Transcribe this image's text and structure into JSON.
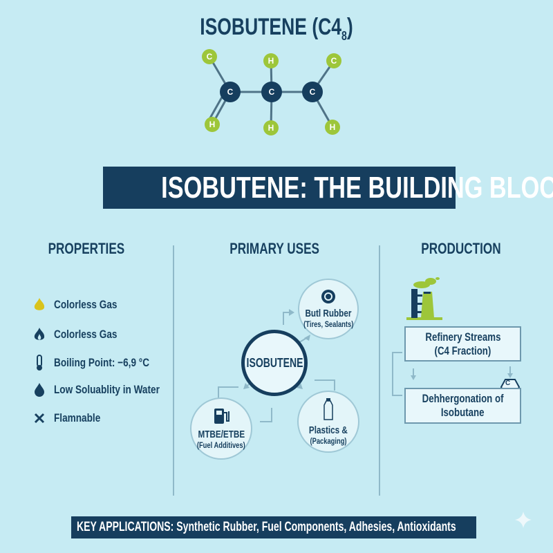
{
  "title": "ISOBUTENE (C4",
  "title_sub": "8",
  "title_close": ")",
  "molecule": {
    "backbone": [
      "C",
      "C",
      "C"
    ],
    "top": [
      "C",
      "H",
      "C"
    ],
    "bottom": [
      "H",
      "H",
      "H"
    ]
  },
  "banner": "ISOBUTENE: THE BUILDING BLOCK",
  "properties": {
    "heading": "PROPERTIES",
    "items": [
      {
        "icon": "flame-icon",
        "label": "Colorless Gas",
        "color": "#d9c31c"
      },
      {
        "icon": "fire-icon",
        "label": "Colorless Gas",
        "color": "#17405f"
      },
      {
        "icon": "thermometer-icon",
        "label": "Boiling Point: −6,9 °C",
        "color": "#17405f"
      },
      {
        "icon": "water-drop-icon",
        "label": "Low Soluablity in Water",
        "color": "#17405f"
      },
      {
        "icon": "x-icon",
        "label": "Flamnable",
        "color": "#17405f"
      }
    ]
  },
  "uses": {
    "heading": "PRIMARY USES",
    "center": "ISOBUTENE",
    "items": [
      {
        "title": "Butl Rubber",
        "sub": "(Tires, Sealants)"
      },
      {
        "title": "MTBE/ETBE",
        "sub": "(Fuel Additives)"
      },
      {
        "title": "Plastics &",
        "sub": "(Packaging)"
      }
    ]
  },
  "production": {
    "heading": "PRODUCTION",
    "box1": [
      "Refinery Streams",
      "(C4 Fraction)"
    ],
    "box2": [
      "Dehhergonation of",
      "Isobutane"
    ],
    "hex_label": "C"
  },
  "key_applications": "KEY APPLICATIONS: Synthetic Rubber, Fuel Components, Adhesies, Antioxidants",
  "colors": {
    "navy": "#163e5e",
    "green": "#9dc63a",
    "background": "#c6ebf3"
  }
}
